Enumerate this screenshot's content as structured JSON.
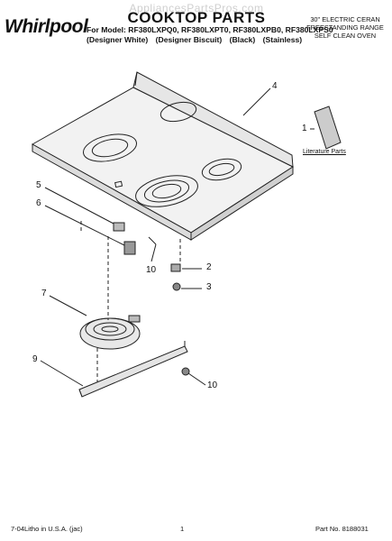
{
  "header": {
    "watermark": "AppliancesPartsPros.com",
    "brand": "Whirlpool",
    "title": "COOKTOP PARTS",
    "models_line": "For Model: RF380LXPQ0, RF380LXPT0, RF380LXPB0, RF380LXPS0",
    "colors": [
      "(Designer White)",
      "(Designer Biscuit)",
      "(Black)",
      "(Stainless)"
    ],
    "description": [
      "30\" ELECTRIC CERAN",
      "FREESTANDING RANGE",
      "SELF CLEAN OVEN"
    ]
  },
  "diagram": {
    "callouts": [
      "1",
      "2",
      "3",
      "4",
      "5",
      "6",
      "7",
      "9",
      "10",
      "10"
    ],
    "literature_label": "Literature Parts"
  },
  "footer": {
    "litho": "7-04Litho in U.S.A. (jac)",
    "page": "1",
    "part_no": "Part No. 8188031"
  }
}
